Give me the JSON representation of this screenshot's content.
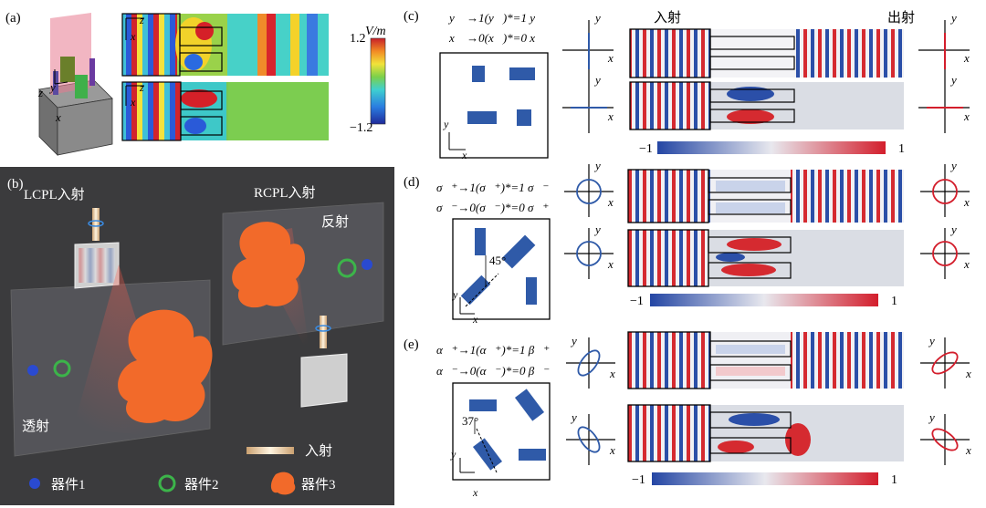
{
  "panels": {
    "a": {
      "label": "(a)",
      "colorbar": {
        "unit": "V/m",
        "max": "1.2",
        "min": "−1.2"
      },
      "axes": {
        "x": "x",
        "y": "y",
        "z": "z"
      }
    },
    "b": {
      "label": "(b)",
      "lcpl": "LCPL入射",
      "rcpl": "RCPL入射",
      "reflect": "反射",
      "transmit": "透射",
      "incident": "入射",
      "legend": [
        "器件1",
        "器件2",
        "器件3"
      ]
    },
    "c": {
      "label": "(c)",
      "eq1": "y⃗ →1(y⃗)*=1 y⃗",
      "eq2": "x⃗ →0(x⃗)*=0 x⃗",
      "incident": "入射",
      "output": "出射",
      "cb_min": "−1",
      "cb_max": "1"
    },
    "d": {
      "label": "(d)",
      "eq1": "σ⃗⁺→1(σ⃗⁺)*=1 σ⃗⁻",
      "eq2": "σ⃗⁻→0(σ⃗⁻)*=0 σ⃗⁺",
      "angle": "45°",
      "cb_min": "−1",
      "cb_max": "1"
    },
    "e": {
      "label": "(e)",
      "eq1": "α⃗⁺→1(α⃗⁺)*=1 β⃗⁺",
      "eq2": "α⃗⁻→0(α⃗⁻)*=0 β⃗⁻",
      "angle": "37°",
      "cb_min": "−1",
      "cb_max": "1"
    }
  },
  "colors": {
    "blue": "#2f5aa8",
    "red": "#d8262e",
    "bg_b": "#3a3a3a",
    "orange": "#f26a2a",
    "green": "#3aa845"
  }
}
